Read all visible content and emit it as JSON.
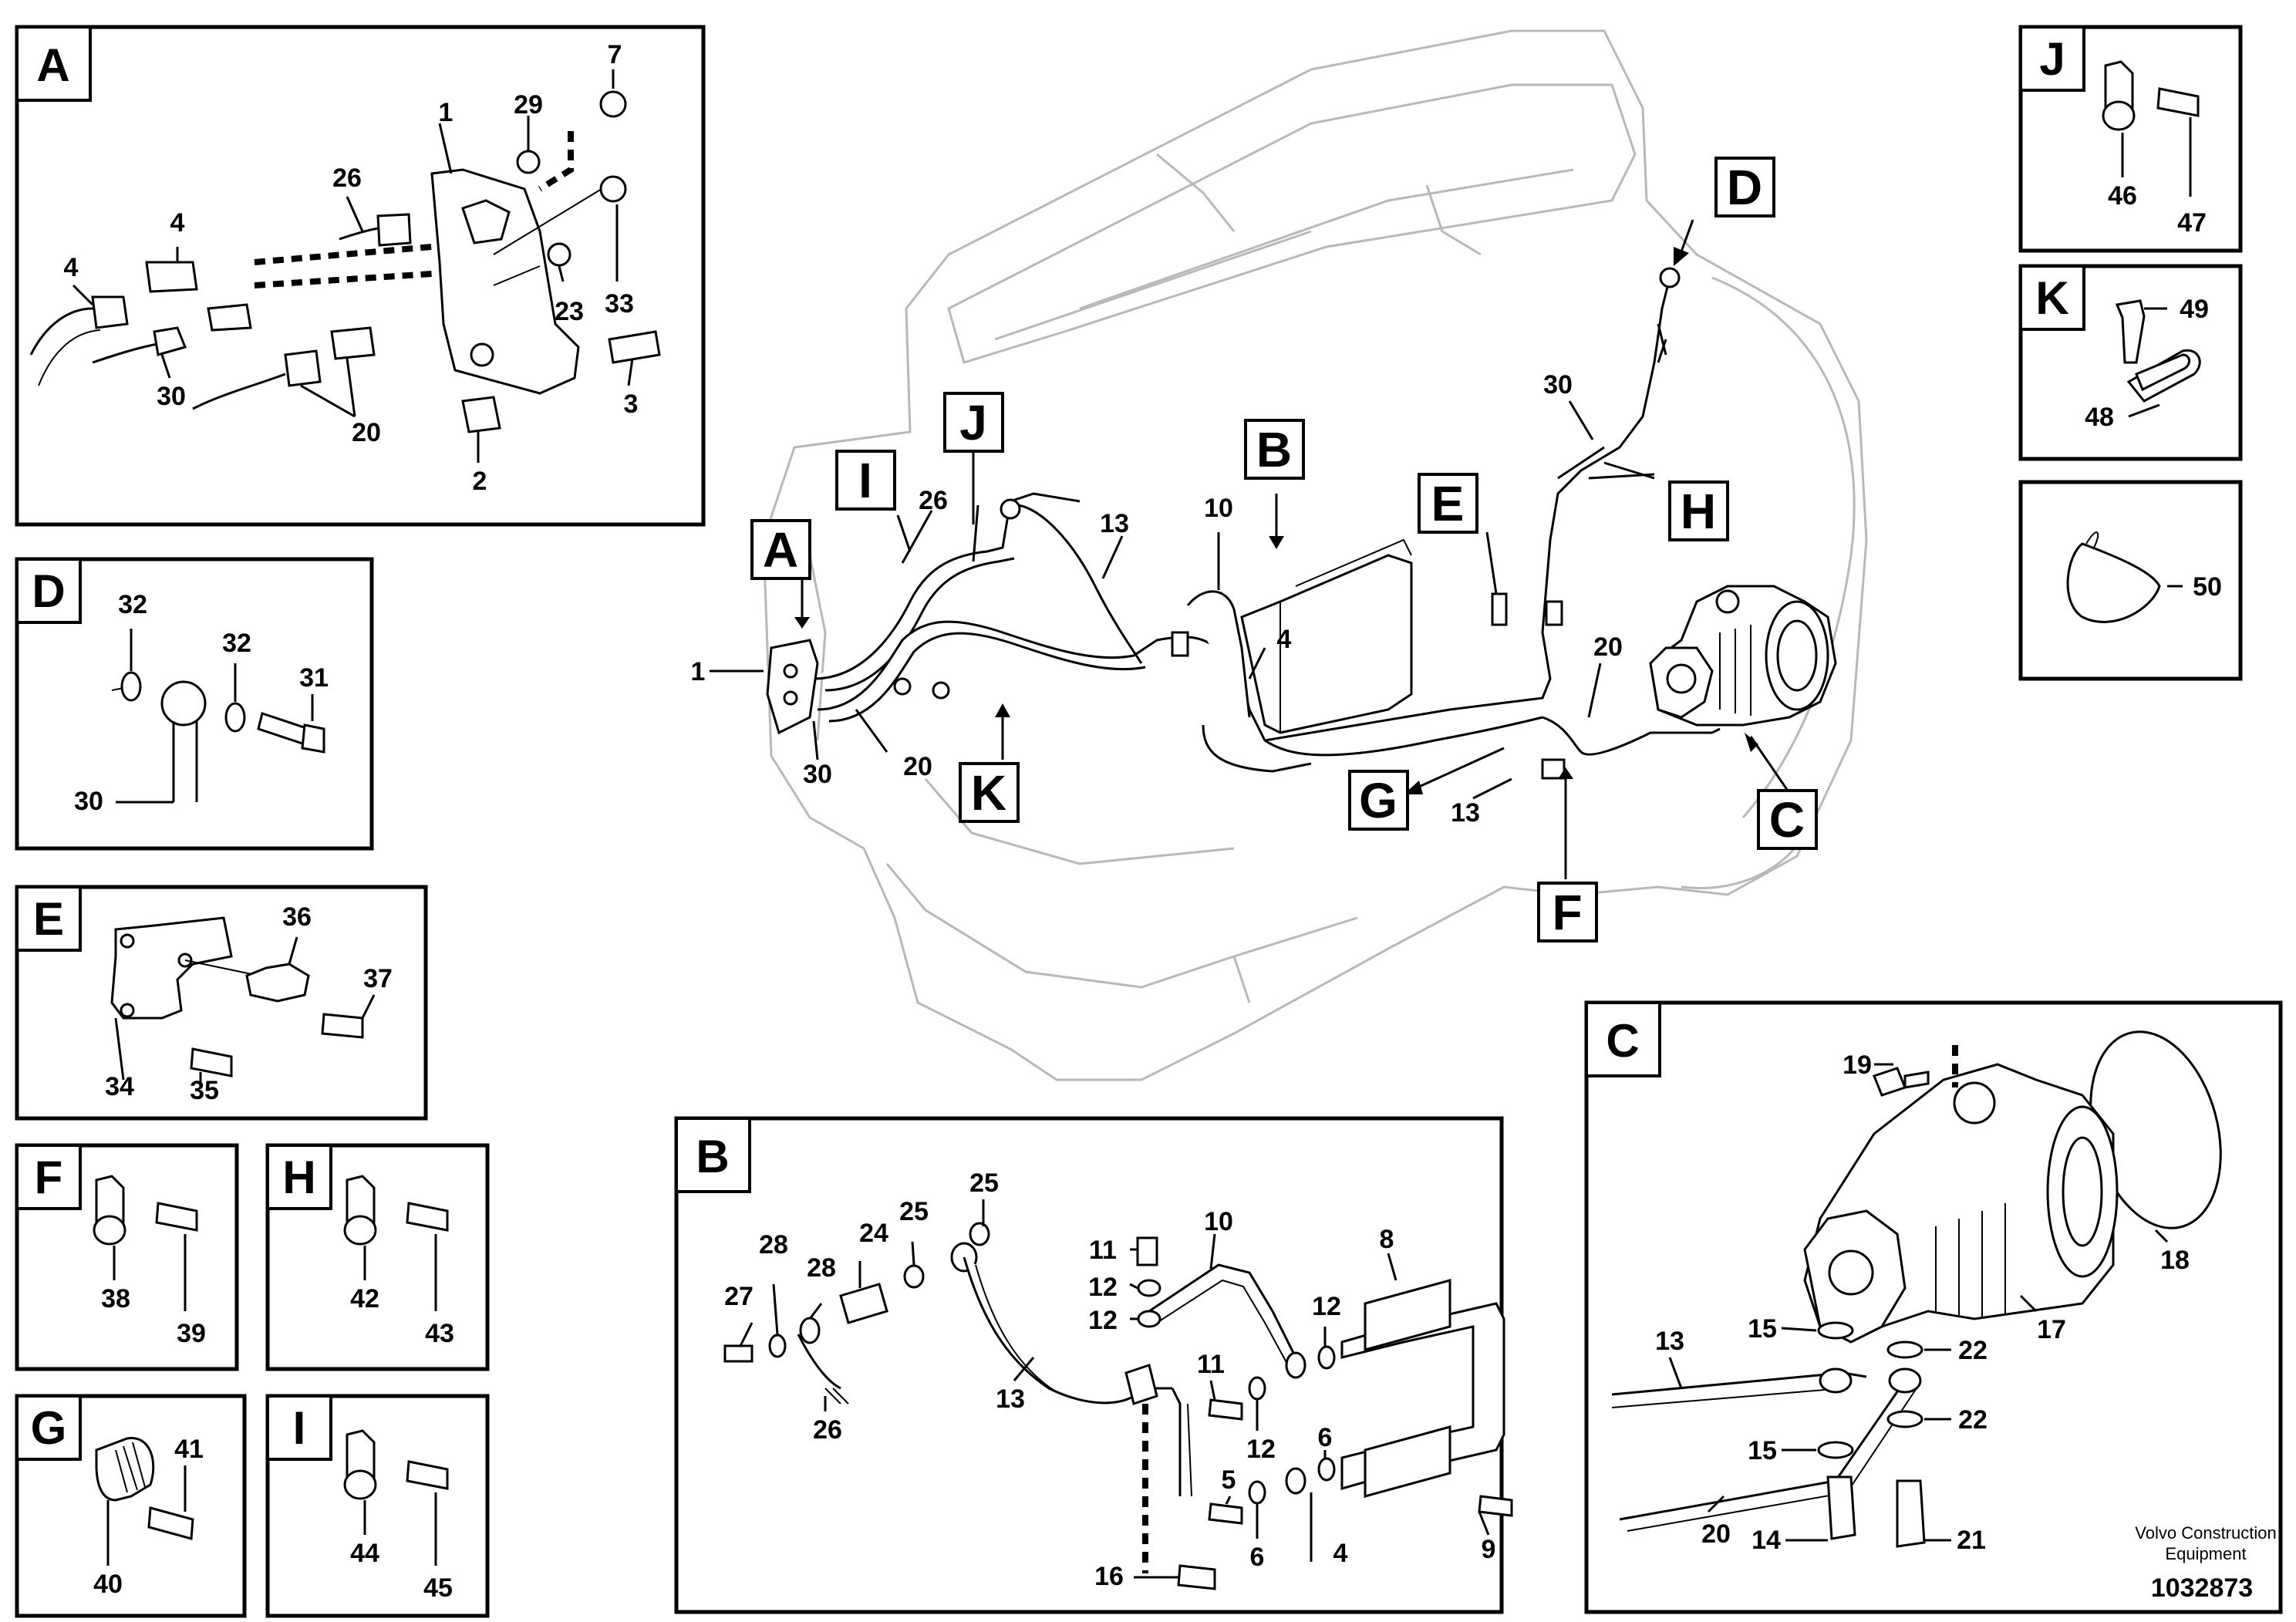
{
  "panels": {
    "A": {
      "letter": "A",
      "labels": [
        "1",
        "29",
        "7",
        "26",
        "4",
        "4",
        "23",
        "33",
        "30",
        "20",
        "3",
        "2"
      ]
    },
    "D": {
      "letter": "D",
      "labels": [
        "32",
        "32",
        "31",
        "30"
      ]
    },
    "E": {
      "letter": "E",
      "labels": [
        "36",
        "37",
        "34",
        "35"
      ]
    },
    "F": {
      "letter": "F",
      "labels": [
        "38",
        "39"
      ]
    },
    "H": {
      "letter": "H",
      "labels": [
        "42",
        "43"
      ]
    },
    "G": {
      "letter": "G",
      "labels": [
        "41",
        "40"
      ]
    },
    "I": {
      "letter": "I",
      "labels": [
        "44",
        "45"
      ]
    },
    "J": {
      "letter": "J",
      "labels": [
        "46",
        "47"
      ]
    },
    "K": {
      "letter": "K",
      "labels": [
        "49",
        "48"
      ]
    },
    "clip50": {
      "labels": [
        "50"
      ]
    },
    "B": {
      "letter": "B",
      "labels": [
        "25",
        "28",
        "24",
        "25",
        "28",
        "27",
        "11",
        "10",
        "12",
        "8",
        "12",
        "12",
        "11",
        "12",
        "6",
        "5",
        "9",
        "13",
        "26",
        "6",
        "4",
        "16"
      ]
    },
    "C": {
      "letter": "C",
      "labels": [
        "19",
        "18",
        "13",
        "15",
        "22",
        "17",
        "22",
        "15",
        "20",
        "14",
        "21"
      ]
    }
  },
  "overview": {
    "view_letters": [
      "A",
      "I",
      "J",
      "B",
      "E",
      "D",
      "H",
      "K",
      "G",
      "F",
      "C"
    ],
    "labels": [
      "26",
      "13",
      "10",
      "4",
      "1",
      "30",
      "20",
      "30",
      "20",
      "13"
    ]
  },
  "footer": {
    "company_line1": "Volvo Construction",
    "company_line2": "Equipment",
    "document_number": "1032873"
  }
}
